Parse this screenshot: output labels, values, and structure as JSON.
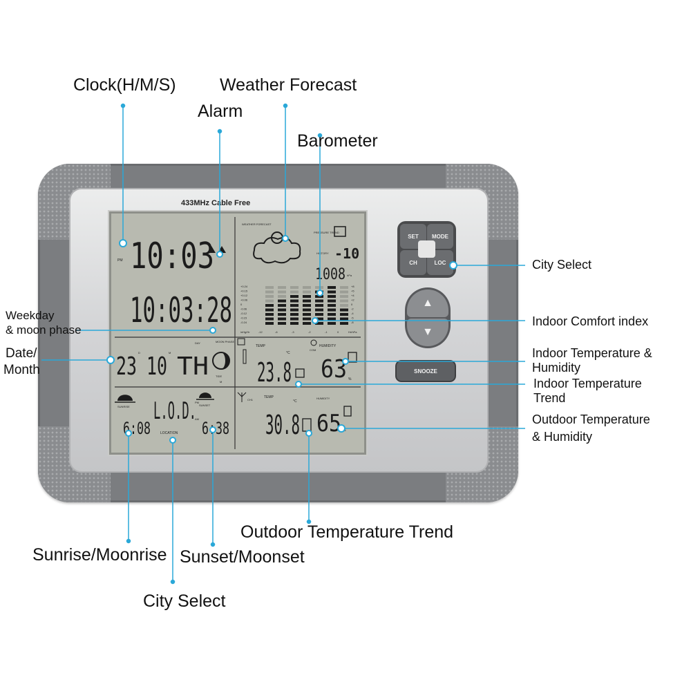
{
  "callouts": {
    "clock": "Clock(H/M/S)",
    "weather_forecast": "Weather Forecast",
    "alarm": "Alarm",
    "barometer": "Barometer",
    "weekday_line1": "Weekday",
    "weekday_line2": "& moon phase",
    "date_line1": "Date/",
    "date_line2": "Month",
    "city_select_right": "City Select",
    "indoor_comfort": "Indoor Comfort index",
    "indoor_th_line1": "Indoor Temperature &",
    "indoor_th_line2": "Humidity",
    "indoor_trend_line1": "Indoor Temperature",
    "indoor_trend_line2": "Trend",
    "outdoor_th_line1": "Outdoor Temperature",
    "outdoor_th_line2": "& Humidity",
    "outdoor_trend": "Outdoor Temperature Trend",
    "sunrise": "Sunrise/Moonrise",
    "sunset": "Sunset/Moonset",
    "city_select_bottom": "City Select"
  },
  "device": {
    "brand_strip": "433MHz  Cable Free",
    "buttons": {
      "set": "SET",
      "mode": "MODE",
      "ch": "CH",
      "loc": "LOC",
      "up": "▲",
      "down": "▼",
      "snooze": "SNOOZE"
    }
  },
  "lcd": {
    "pm": "PM",
    "time_main": "10:03",
    "time_seconds": "10:03:28",
    "weather_forecast_label": "WEATHER FORECAST",
    "pressure_trend_label": "PRESSURE TREND",
    "history_label": "HISTORY",
    "history_value": "-10",
    "pressure_value": "1008",
    "pressure_unit": "hPa",
    "bar_axis_left": [
      "+0.24",
      "+0.15",
      "+0.12",
      "+0.06",
      "0",
      "-0.06",
      "-0.12",
      "-0.15",
      "-0.24"
    ],
    "bar_axis_right": [
      "+8",
      "+5",
      "+4",
      "+2",
      "0",
      "-2",
      "-4",
      "-5",
      "-8"
    ],
    "bar_axis_bottom": [
      "inHg/Hr",
      "-12",
      "-6",
      "-3",
      "-2",
      "-1",
      "0",
      "Hr/hPa"
    ],
    "date_day": "23",
    "date_day_suffix": "D",
    "date_month": "10",
    "date_month_suffix": "M",
    "weekday": "TH",
    "day_label": "DAY",
    "moon_phase_label": "MOON PHASE",
    "tide_label": "TIDE",
    "tide_value": "M",
    "indoor_temp_label": "TEMP",
    "indoor_temp": "23.8",
    "indoor_unit": "°C",
    "indoor_humidity_label": "HUMIDITY",
    "indoor_humidity": "63",
    "percent": "%",
    "com_label": "COM",
    "sunrise_label": "SUNRISE",
    "sunrise_time": "6:08",
    "location_code": "L.O.D.",
    "location_label": "LOCATION",
    "sunset_label": "SUNSET",
    "sunset_time": "6:38",
    "ch_label": "CH1",
    "outdoor_temp_label": "TEMP",
    "outdoor_temp": "30.8",
    "outdoor_unit": "°C",
    "outdoor_humidity_label": "HUMIDITY",
    "outdoor_humidity": "65",
    "am_label": "AM",
    "pm_small": "PM"
  },
  "colors": {
    "leader": "#2aa8d8",
    "lcd_bg": "#b8bab0",
    "device_gray": "#7b7d80"
  }
}
